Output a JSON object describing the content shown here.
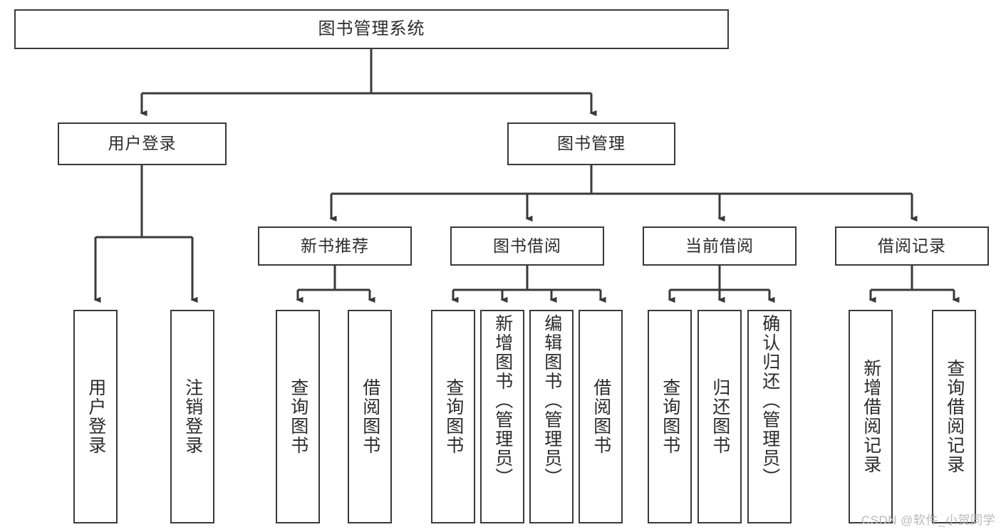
{
  "diagram": {
    "title": "图书管理系统",
    "type": "tree",
    "colors": {
      "background": "#ffffff",
      "node_fill": "#ffffff",
      "node_border": "#3a3a3a",
      "connector": "#3a3a3a",
      "text": "#2b2b2b",
      "watermark": "#b9b9b9"
    },
    "root": {
      "label": "图书管理系统"
    },
    "level2": [
      {
        "label": "用户登录"
      },
      {
        "label": "图书管理"
      }
    ],
    "level3": [
      {
        "label": "新书推荐"
      },
      {
        "label": "图书借阅"
      },
      {
        "label": "当前借阅"
      },
      {
        "label": "借阅记录"
      }
    ],
    "leaves": {
      "user_login": [
        {
          "label": "用户登录"
        },
        {
          "label": "注销登录"
        }
      ],
      "new_book_recommend": [
        {
          "label": "查询图书"
        },
        {
          "label": "借阅图书"
        }
      ],
      "book_borrow": [
        {
          "label": "查询图书"
        },
        {
          "label": "新增图书（管理员）"
        },
        {
          "label": "编辑图书（管理员）"
        },
        {
          "label": "借阅图书"
        }
      ],
      "current_borrow": [
        {
          "label": "查询图书"
        },
        {
          "label": "归还图书"
        },
        {
          "label": "确认归还（管理员）"
        }
      ],
      "borrow_records": [
        {
          "label": "新增借阅记录"
        },
        {
          "label": "查询借阅记录"
        }
      ]
    }
  },
  "watermark": {
    "text": "CSDN @软件_小贺同学"
  }
}
